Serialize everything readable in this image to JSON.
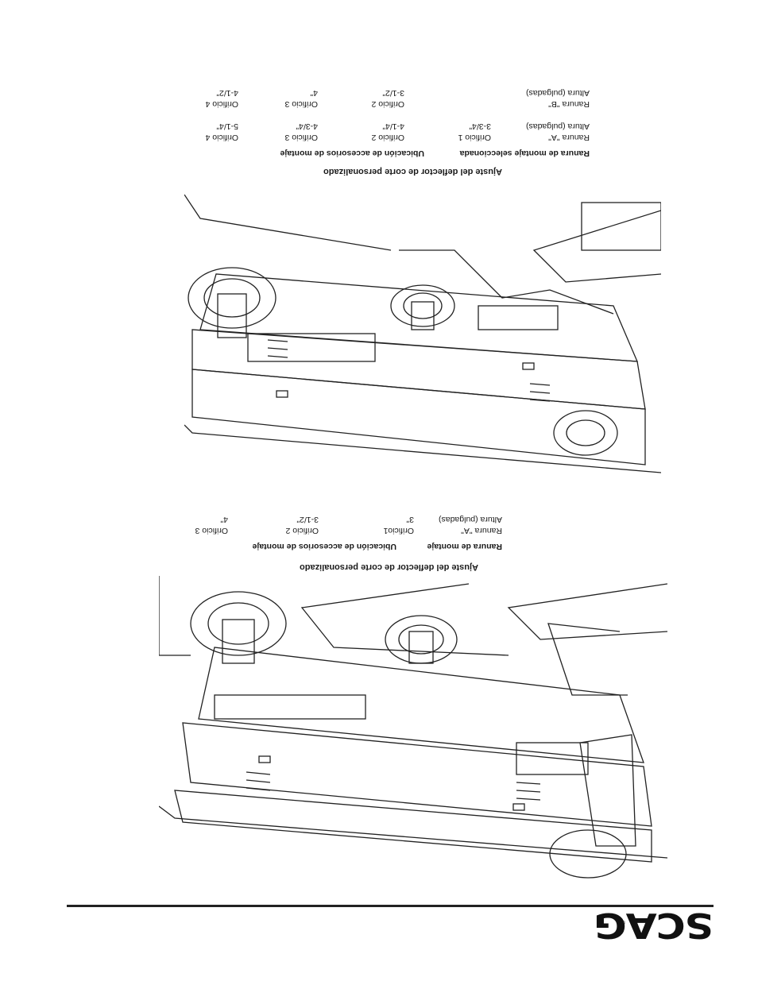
{
  "brand": {
    "logo_text": "SCAG",
    "tm": "®"
  },
  "sections": [
    {
      "title": "Ajuste del deflector de corte personalizado",
      "col_slot_header": "Ranura de montaje",
      "col_loc_header": "Ubicación de accesorios de montaje",
      "rows": [
        {
          "slot": "Ranura \"A\"",
          "holes": [
            "Orificio1",
            "Orificio 2",
            "Orificio 3"
          ]
        },
        {
          "slot": "Altura (pulgadas)",
          "holes": [
            "3\"",
            "3-1/2\"",
            "4\""
          ]
        }
      ]
    },
    {
      "title": "Ajuste del deflector de corte personalizado",
      "col_slot_header": "Ranura de montaje seleccionada",
      "col_loc_header": "Ubicación de accesorios de montaje",
      "rows": [
        {
          "slot": "Ranura \"A\"",
          "holes": [
            "Orificio 1",
            "Orificio 2",
            "Orificio 3",
            "Orificio 4"
          ]
        },
        {
          "slot": "Altura (pulgadas)",
          "holes": [
            "3-3/4\"",
            "4-1/4\"",
            "4-3/4\"",
            "5-1/4\""
          ]
        },
        {
          "slot": "Ranura \"B\"",
          "holes": [
            "",
            "Orificio 2",
            "Orificio 3",
            "Orificio 4"
          ]
        },
        {
          "slot": "Altura (pulgadas)",
          "holes": [
            "",
            "3-1/2\"",
            "4\"",
            "4-1/2\""
          ]
        }
      ]
    }
  ],
  "colors": {
    "ink": "#1a1a1a",
    "line": "#222222"
  }
}
